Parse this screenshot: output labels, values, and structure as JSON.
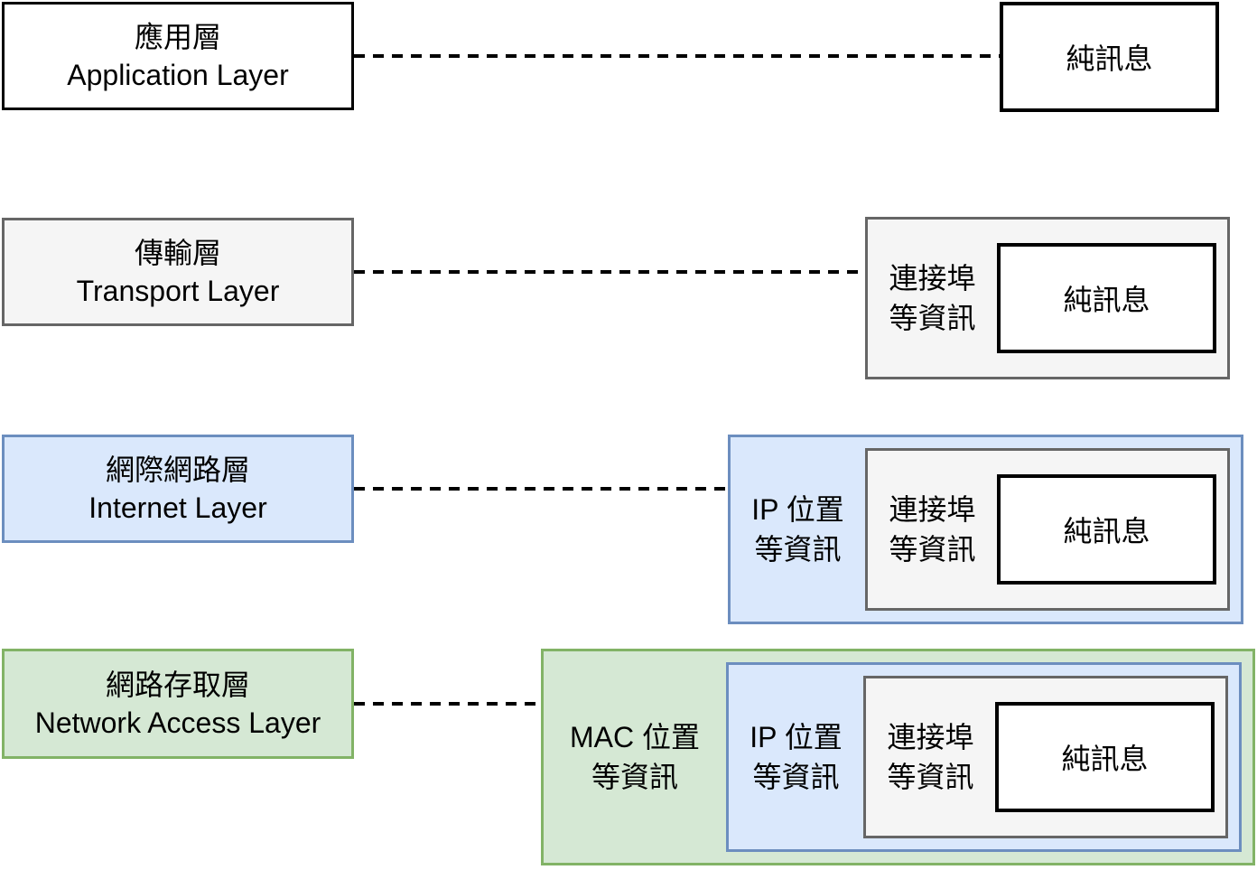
{
  "layers": [
    {
      "zh": "應用層",
      "en": "Application Layer"
    },
    {
      "zh": "傳輸層",
      "en": "Transport Layer"
    },
    {
      "zh": "網際網路層",
      "en": "Internet Layer"
    },
    {
      "zh": "網路存取層",
      "en": "Network Access Layer"
    }
  ],
  "encapsulation": {
    "message": "純訊息",
    "port_info": {
      "line1": "連接埠",
      "line2": "等資訊"
    },
    "ip_info": {
      "line1": "IP 位置",
      "line2": "等資訊"
    },
    "mac_info": {
      "line1": "MAC 位置",
      "line2": "等資訊"
    }
  },
  "colors": {
    "plain_fill": "#ffffff",
    "plain_border": "#000000",
    "gray_fill": "#f5f5f5",
    "gray_border": "#666666",
    "blue_fill": "#dae8fc",
    "blue_border": "#6c8ebf",
    "green_fill": "#d5e8d4",
    "green_border": "#82b366",
    "connector_color": "#000000",
    "text_color": "#000000"
  }
}
